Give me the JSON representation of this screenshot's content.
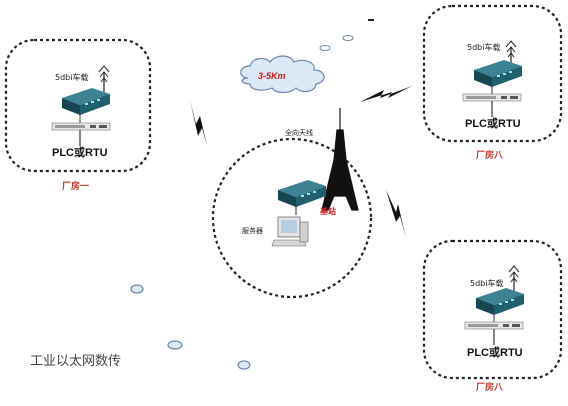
{
  "factories": [
    {
      "id": "factory-1",
      "radio_label": "5dbi车载",
      "device_label": "PLC或RTU",
      "factory_label": "厂房一"
    },
    {
      "id": "factory-2",
      "radio_label": "5dbi车载",
      "device_label": "PLC或RTU",
      "factory_label": "厂房八"
    },
    {
      "id": "factory-3",
      "radio_label": "5dbi车载",
      "device_label": "PLC或RTU",
      "factory_label": "厂房八"
    }
  ],
  "center": {
    "antenna_label": "全向天线",
    "station_label": "基站",
    "server_label": "服务器"
  },
  "cloud": {
    "distance_label": "3-5Km"
  },
  "caption": "工业以太网数传",
  "colors": {
    "dashed_border": "#222222",
    "modem_body": "#1f5f6e",
    "accent_red": "#d01a1a",
    "cloud_fill": "#dbe9f7",
    "bubble_stroke": "#6d87a8"
  }
}
